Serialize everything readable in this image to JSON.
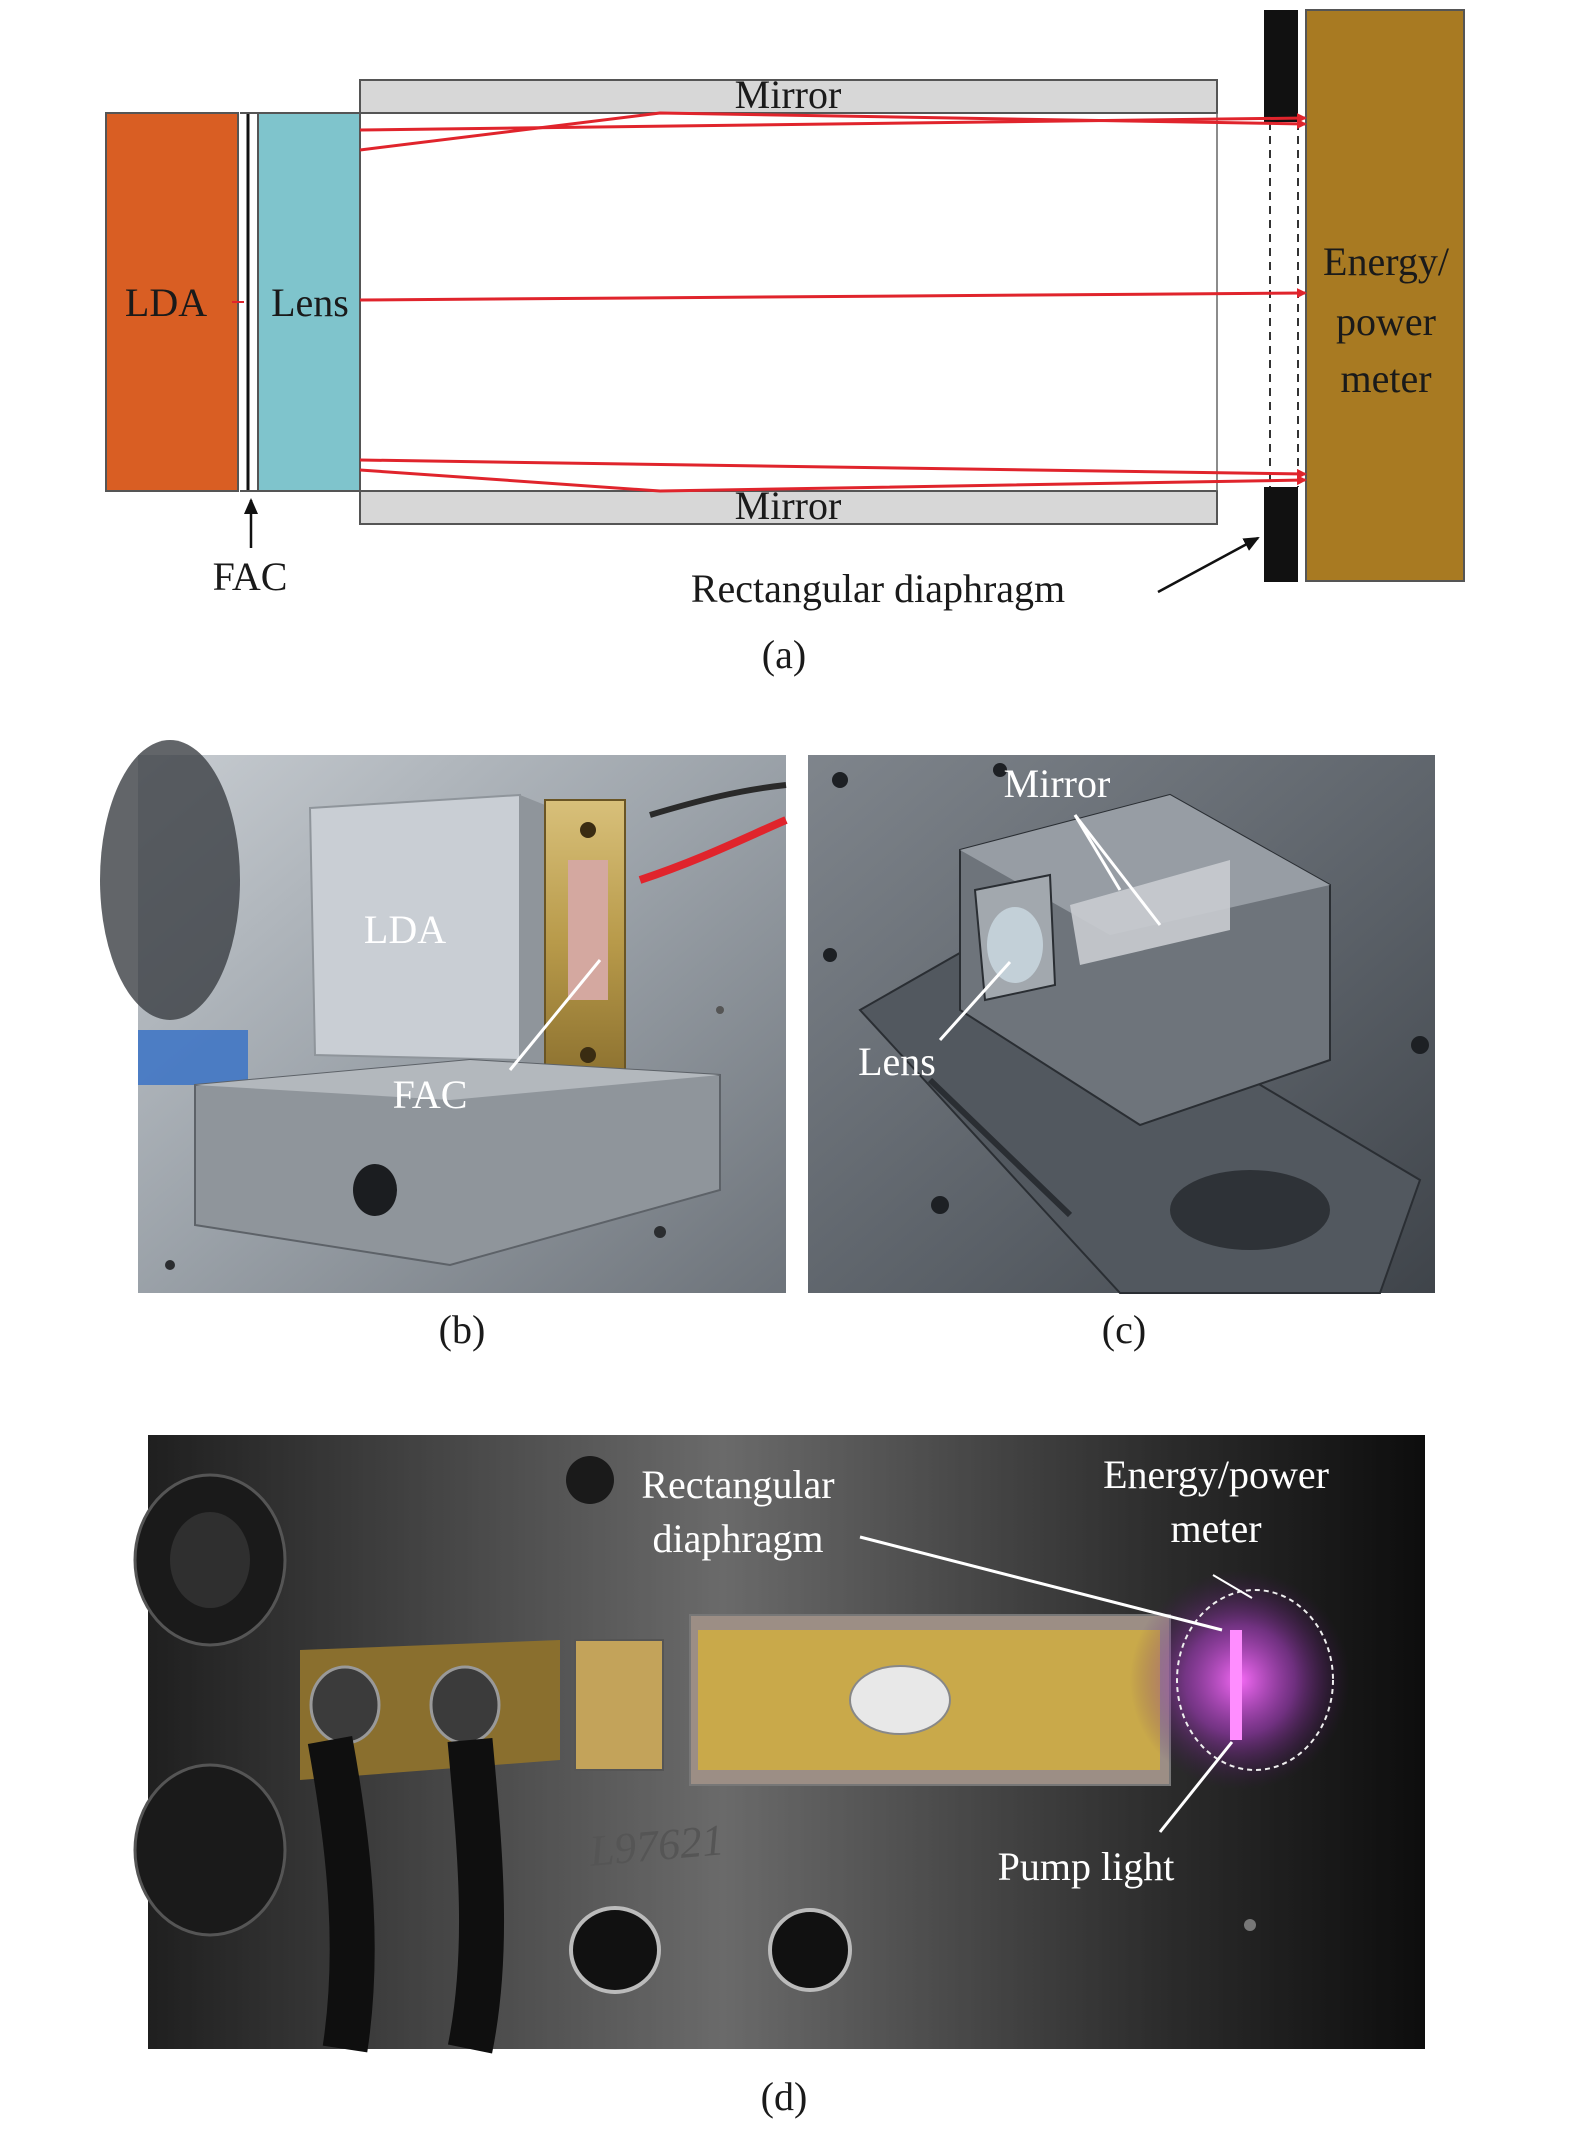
{
  "colors": {
    "lda": "#d95e23",
    "lens": "#7fc4cc",
    "mirror": "#d7d7d7",
    "meter": "#a87a22",
    "beam": "#e0242c",
    "diaphragm": "#111111"
  },
  "panel_a": {
    "caption": "(a)",
    "lda_label": "LDA",
    "lens_label": "Lens",
    "mirror_top_label": "Mirror",
    "mirror_bottom_label": "Mirror",
    "meter_label_lines": [
      "Energy/",
      "power",
      "meter"
    ],
    "fac_label": "FAC",
    "diaphragm_label": "Rectangular diaphragm"
  },
  "panel_b": {
    "caption": "(b)",
    "lda_label": "LDA",
    "fac_label": "FAC"
  },
  "panel_c": {
    "caption": "(c)",
    "mirror_label": "Mirror",
    "lens_label": "Lens"
  },
  "panel_d": {
    "caption": "(d)",
    "diaphragm_label_lines": [
      "Rectangular",
      "diaphragm"
    ],
    "meter_label_lines": [
      "Energy/power",
      "meter"
    ],
    "pump_label": "Pump light",
    "tag_text": "L97621"
  }
}
